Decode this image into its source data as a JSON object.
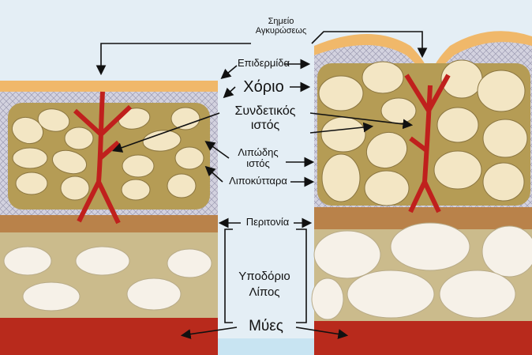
{
  "labels": {
    "anchor_point": [
      "Σημείο",
      "Αγκυρώσεως"
    ],
    "epidermis": "Επιδερμίδα",
    "dermis": "Χόριο",
    "connective_tissue": [
      "Συνδετικός",
      "ιστός"
    ],
    "adipose_tissue": [
      "Λιπώδης",
      "ιστός"
    ],
    "adipocytes": "Λιποκύτταρα",
    "fascia": "Περιτονία",
    "subcutaneous_fat": [
      "Υποδόριο",
      "Λίπος"
    ],
    "muscle": "Μύες"
  },
  "colors": {
    "background": "#e4eef5",
    "epidermis": "#f0b86a",
    "dermis": "#c9c8d6",
    "fat_chamber": "#b59c55",
    "fat_cell": "#f3e6c4",
    "septa": "#c0201d",
    "fascia": "#b9824a",
    "subcutaneous": "#cbbb8c",
    "sub_cell": "#f6f1e8",
    "muscle": "#b82a1c",
    "base": "#c8e4f2"
  }
}
